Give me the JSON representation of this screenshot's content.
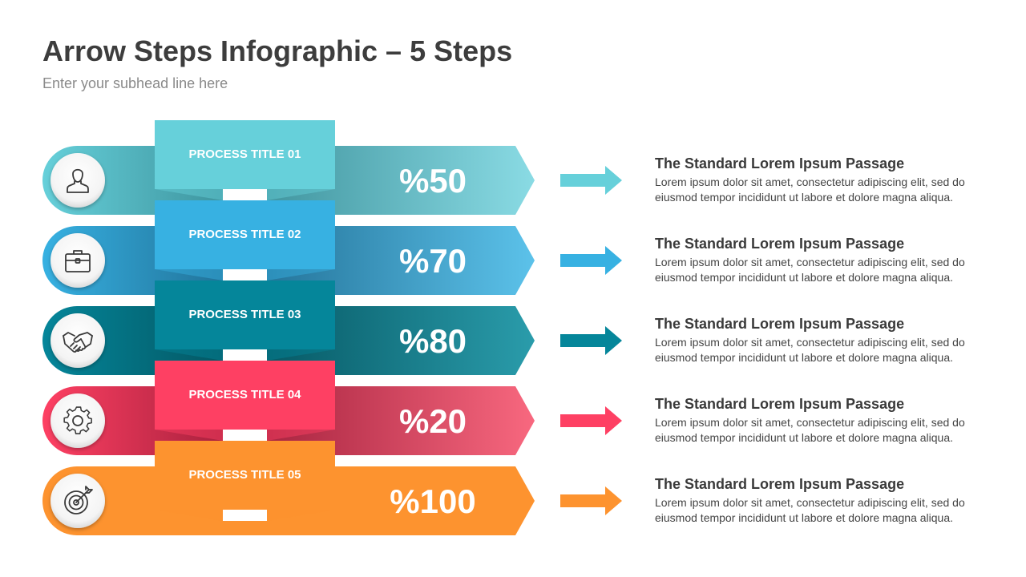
{
  "header": {
    "title": "Arrow Steps Infographic – 5 Steps",
    "subhead": "Enter your subhead line here"
  },
  "steps": [
    {
      "process_title": "PROCESS TITLE 01",
      "percent_text": "%50",
      "icon": "user-icon",
      "color": "#66d0da",
      "color_dark": "#3a8f99",
      "color_light": "#8adbe4",
      "desc_title": "The Standard Lorem Ipsum Passage",
      "desc_body": "Lorem ipsum dolor sit amet, consectetur adipiscing elit, sed do eiusmod tempor incididunt ut labore et dolore magna aliqua."
    },
    {
      "process_title": "PROCESS TITLE 02",
      "percent_text": "%70",
      "icon": "briefcase-icon",
      "color": "#37b1e2",
      "color_dark": "#1f6d93",
      "color_light": "#5cc2ea",
      "desc_title": "The Standard Lorem Ipsum Passage",
      "desc_body": "Lorem ipsum dolor sit amet, consectetur adipiscing elit, sed do eiusmod tempor incididunt ut labore et dolore magna aliqua."
    },
    {
      "process_title": "PROCESS TITLE 03",
      "percent_text": "%80",
      "icon": "handshake-icon",
      "color": "#05869a",
      "color_dark": "#03535f",
      "color_light": "#2a9cab",
      "desc_title": "The Standard Lorem Ipsum Passage",
      "desc_body": "Lorem ipsum dolor sit amet, consectetur adipiscing elit, sed do eiusmod tempor incididunt ut labore et dolore magna aliqua."
    },
    {
      "process_title": "PROCESS TITLE 04",
      "percent_text": "%20",
      "icon": "gear-icon",
      "color": "#fe4063",
      "color_dark": "#a11e3a",
      "color_light": "#f8687f",
      "desc_title": "The Standard Lorem Ipsum Passage",
      "desc_body": "Lorem ipsum dolor sit amet, consectetur adipiscing elit, sed do eiusmod tempor incididunt ut labore et dolore magna aliqua."
    },
    {
      "process_title": "PROCESS TITLE 05",
      "percent_text": "%100",
      "icon": "target-icon",
      "color": "#fd932f",
      "color_dark": "#fd932f",
      "color_light": "#fd932f",
      "desc_title": "The Standard Lorem Ipsum Passage",
      "desc_body": "Lorem ipsum dolor sit amet, consectetur adipiscing elit, sed do eiusmod tempor incididunt ut labore et dolore magna aliqua."
    }
  ]
}
